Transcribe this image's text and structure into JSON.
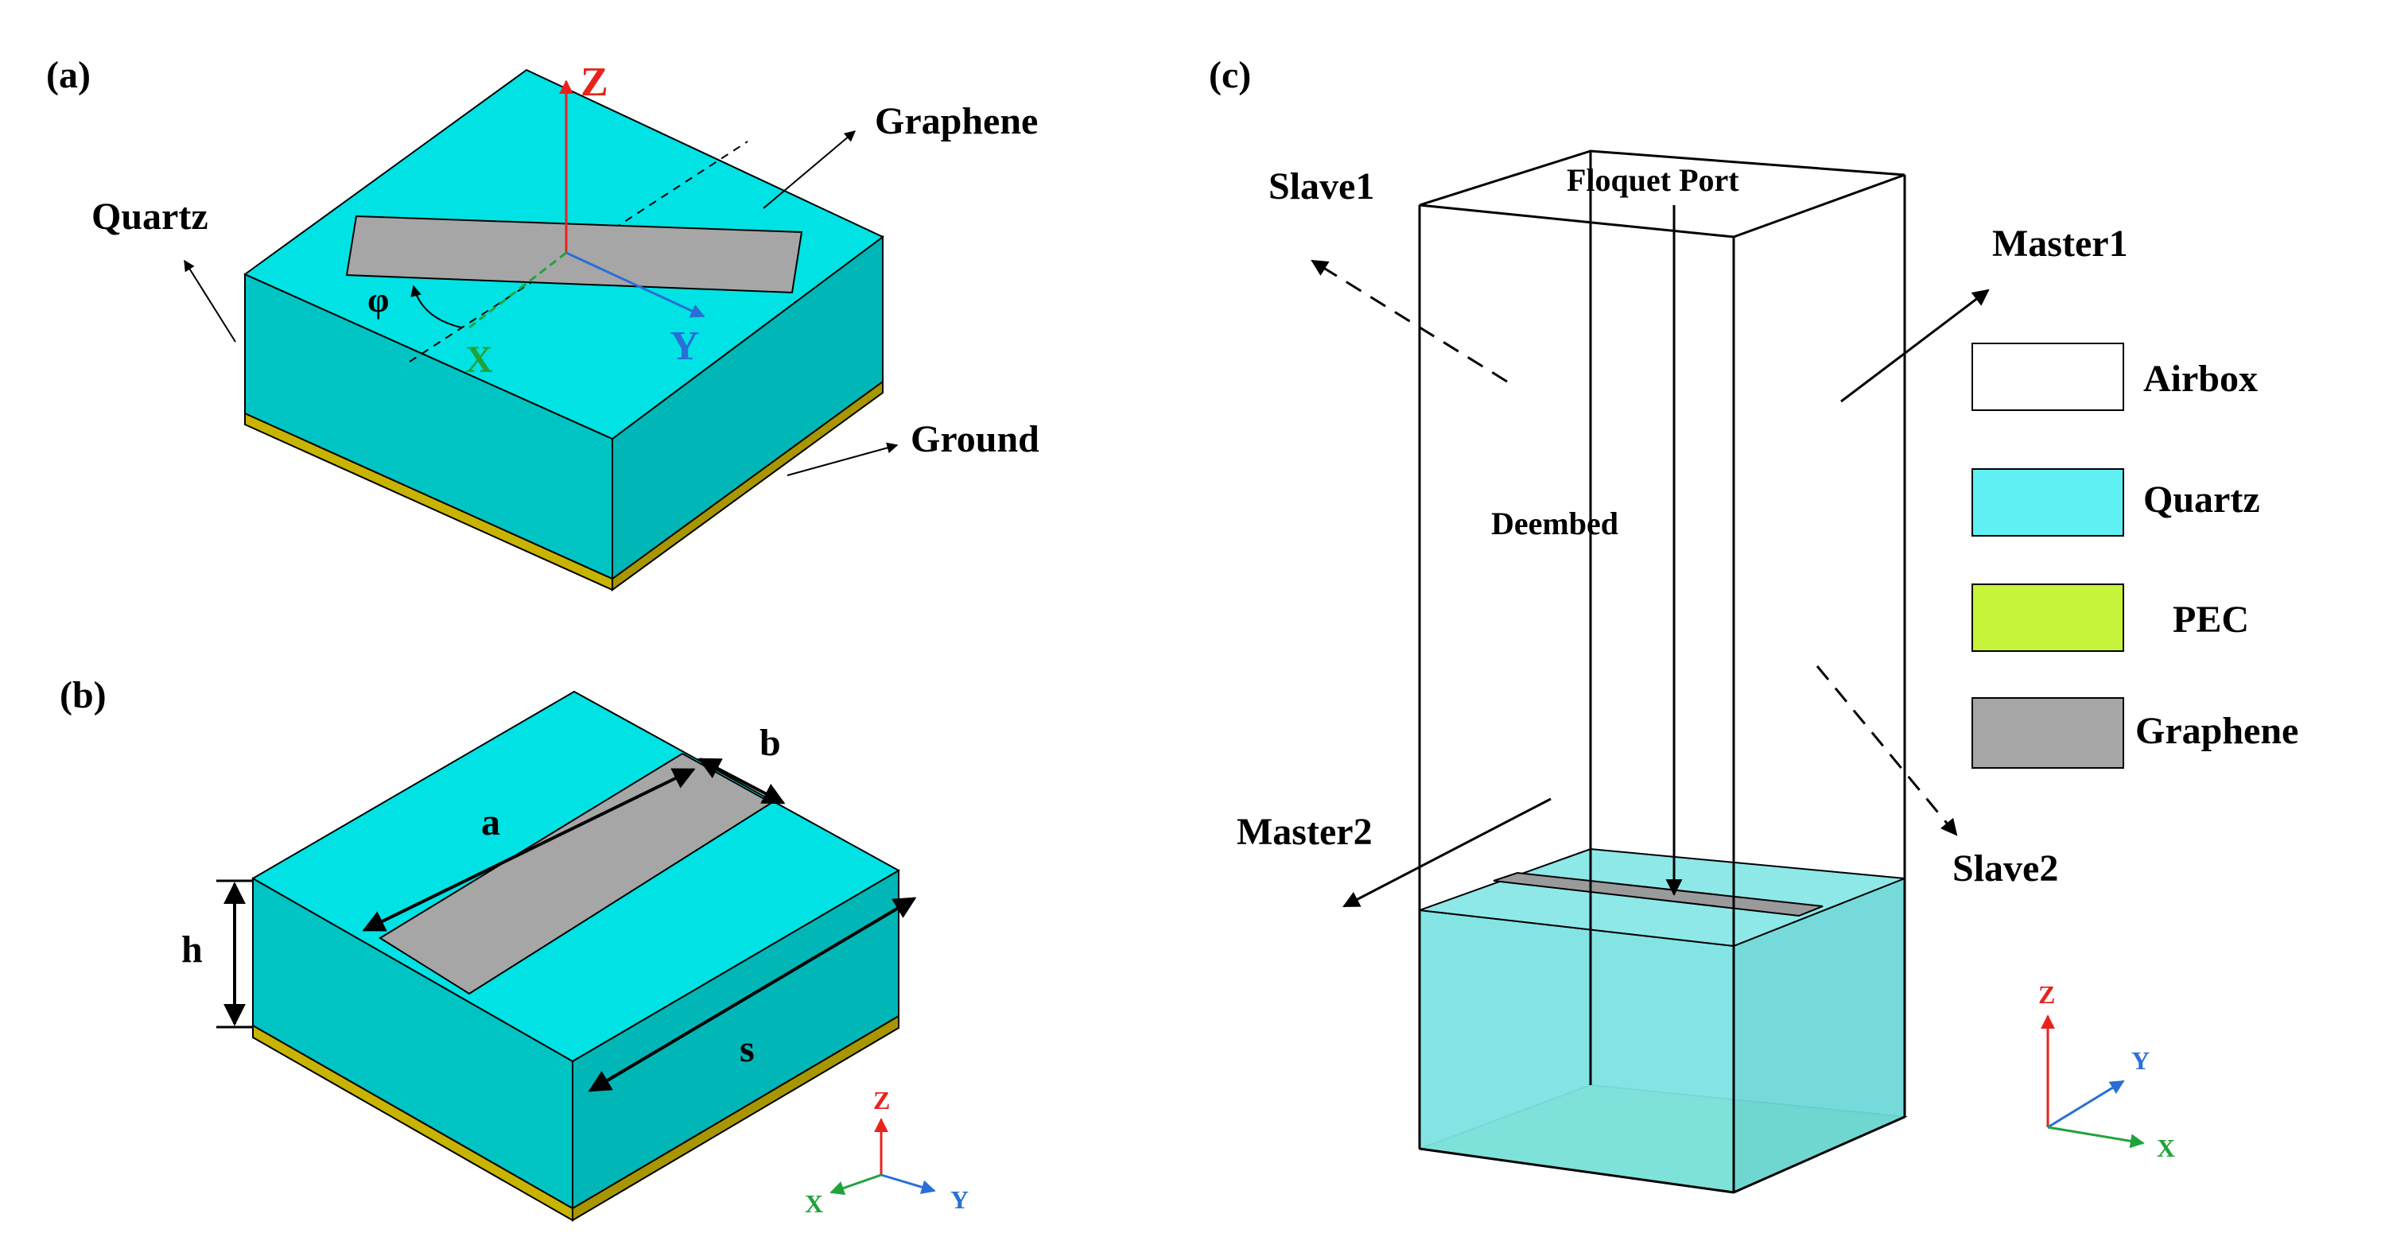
{
  "panels": {
    "a": {
      "label": "(a)",
      "quartz": "Quartz",
      "graphene": "Graphene",
      "ground": "Ground",
      "axis_z": "Z",
      "axis_x": "X",
      "axis_y": "Y",
      "angle": "φ"
    },
    "b": {
      "label": "(b)",
      "dim_a": "a",
      "dim_b": "b",
      "dim_h": "h",
      "dim_s": "s",
      "axis_z": "Z",
      "axis_x": "X",
      "axis_y": "Y"
    },
    "c": {
      "label": "(c)",
      "slave1": "Slave1",
      "master1": "Master1",
      "slave2": "Slave2",
      "master2": "Master2",
      "floquet_port": "Floquet Port",
      "deembed": "Deembed",
      "axis_z": "Z",
      "axis_x": "X",
      "axis_y": "Y"
    }
  },
  "legend": [
    {
      "label": "Airbox",
      "color": "#ffffff"
    },
    {
      "label": "Quartz",
      "color": "#5ff0f3"
    },
    {
      "label": "PEC",
      "color": "#c6f43a"
    },
    {
      "label": "Graphene",
      "color": "#a6a6a6"
    }
  ],
  "colors": {
    "quartz_top": "#00e2e4",
    "quartz_side": "#00c4c4",
    "ground": "#c8b400",
    "graphene": "#a6a6a6",
    "axis_z": "#e8231d",
    "axis_x": "#20a33a",
    "axis_y": "#2a6fd6",
    "airbox_quartz": "#7de3e3",
    "pec": "#8cc43a"
  }
}
